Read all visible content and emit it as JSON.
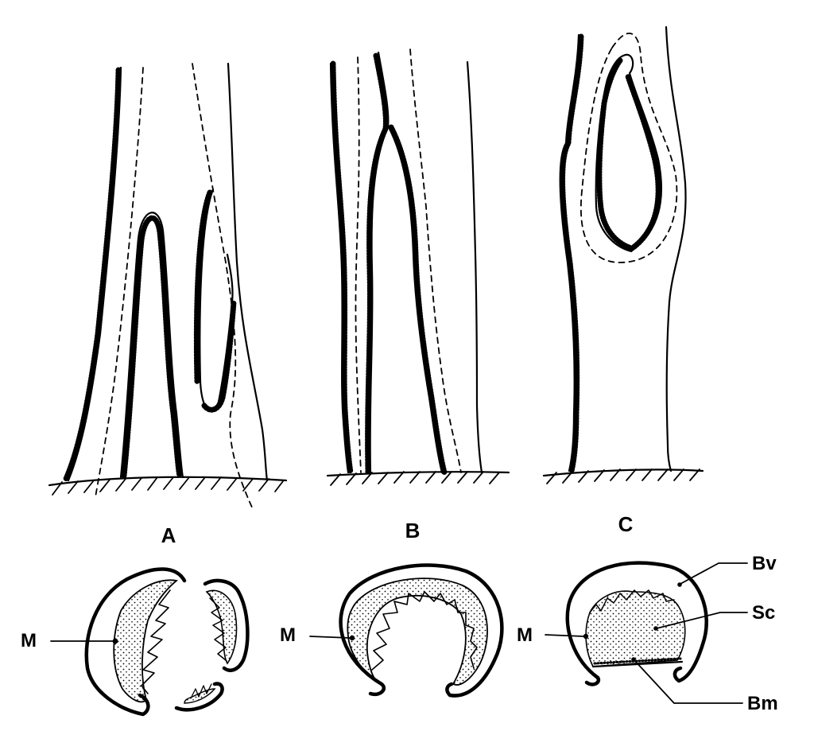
{
  "panels": [
    {
      "id": "A",
      "label": "A"
    },
    {
      "id": "B",
      "label": "B"
    },
    {
      "id": "C",
      "label": "C"
    }
  ],
  "parts": {
    "m": "M",
    "bv": "Bv",
    "sc": "Sc",
    "bm": "Bm"
  }
}
